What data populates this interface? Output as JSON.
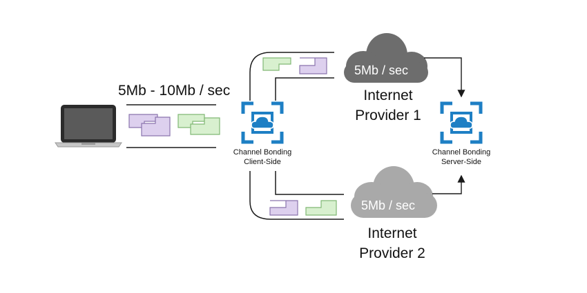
{
  "throughput_label": "5Mb - 10Mb / sec",
  "client_node": {
    "line1": "Channel Bonding",
    "line2": "Client-Side",
    "icon": "cloud-node-icon"
  },
  "server_node": {
    "line1": "Channel Bonding",
    "line2": "Server-Side",
    "icon": "cloud-node-icon"
  },
  "provider1": {
    "speed": "5Mb / sec",
    "line1": "Internet",
    "line2": "Provider 1"
  },
  "provider2": {
    "speed": "5Mb / sec",
    "line1": "Internet",
    "line2": "Provider 2"
  },
  "colors": {
    "node_blue": "#1e7fc4",
    "packet_purple_fill": "#ddd0ee",
    "packet_purple_stroke": "#8a74ad",
    "packet_green_fill": "#d8f0cf",
    "packet_green_stroke": "#80b874",
    "cloud_dark": "#6d6d6d",
    "cloud_light": "#a9a9a9",
    "line": "#1a1a1a"
  }
}
